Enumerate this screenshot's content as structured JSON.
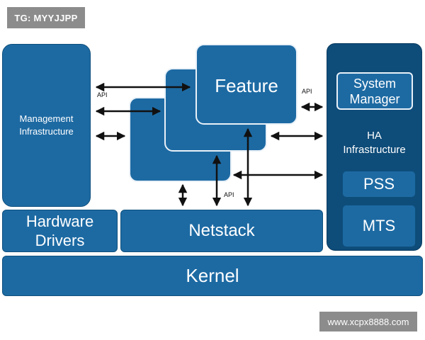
{
  "watermarks": {
    "top_left": "TG: MYYJJPP",
    "bottom_right": "www.xcpx8888.com"
  },
  "blocks": {
    "management_infrastructure": [
      "Management",
      "Infrastructure"
    ],
    "feature": "Feature",
    "hardware_drivers": [
      "Hardware",
      "Drivers"
    ],
    "netstack": "Netstack",
    "kernel": "Kernel",
    "system_manager": [
      "System",
      "Manager"
    ],
    "ha_infrastructure": [
      "HA",
      "Infrastructure"
    ],
    "pss": "PSS",
    "mts": "MTS"
  },
  "labels": {
    "api_left": "API",
    "api_right": "API",
    "api_bottom": "API"
  },
  "colors": {
    "block_blue": "#1d6aa3",
    "block_dark_blue": "#0e4c79",
    "arrow": "#111111",
    "watermark_bg": "#8c8c8c"
  }
}
